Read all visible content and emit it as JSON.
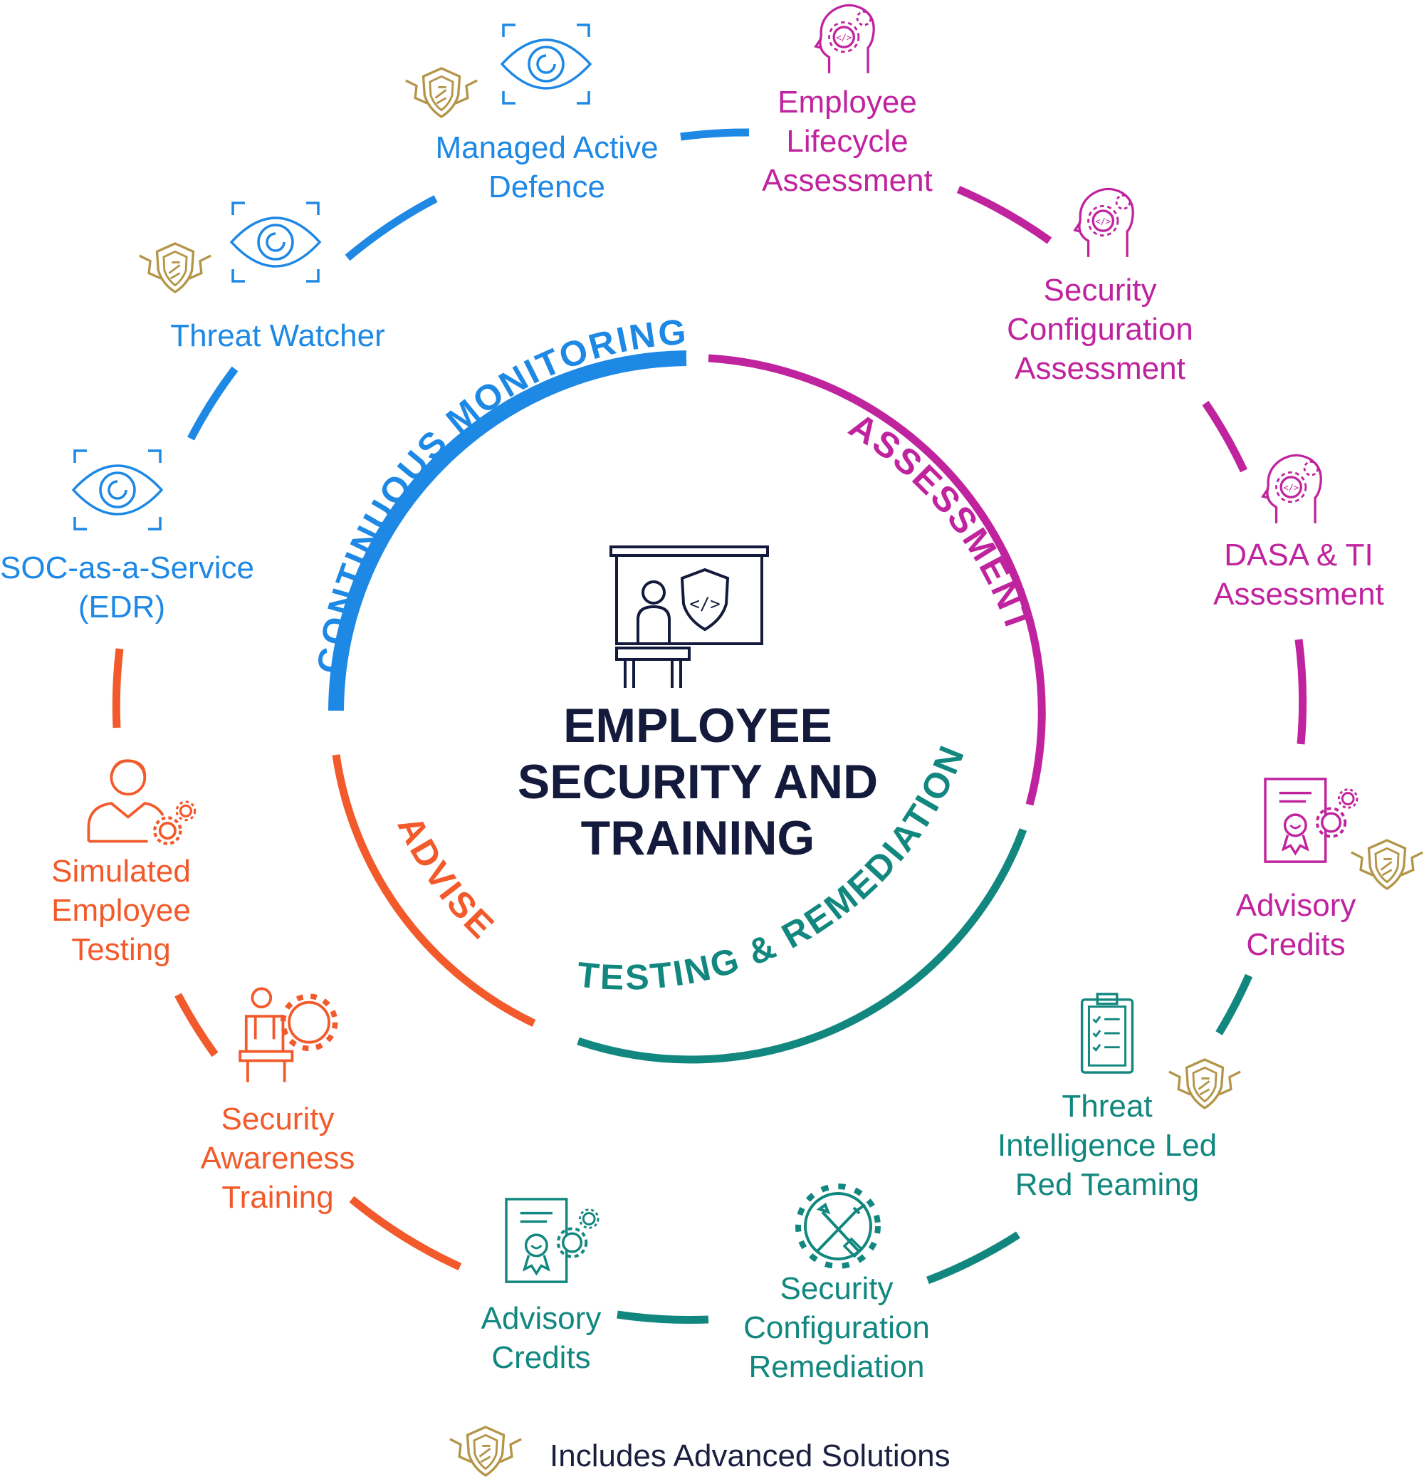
{
  "center": {
    "title_lines": [
      "EMPLOYEE",
      "SECURITY AND",
      "TRAINING"
    ],
    "icon": "presenter-whiteboard-shield-icon"
  },
  "colors": {
    "monitoring": "#1e88e5",
    "assessment": "#c0239e",
    "testing": "#12877f",
    "advise": "#f25a2b",
    "dark": "#141a3c",
    "gold": "#b39548"
  },
  "phases": {
    "monitoring": "CONTINUOUS MONITORING",
    "assessment": "ASSESSMENT",
    "testing": "TESTING & REMEDIATION",
    "advise": "ADVISE"
  },
  "services": {
    "managed_active_defence": {
      "lines": [
        "Managed Active",
        "Defence"
      ],
      "icon": "eye-scan-icon",
      "advanced": true
    },
    "threat_watcher": {
      "lines": [
        "Threat Watcher"
      ],
      "icon": "eye-scan-icon",
      "advanced": true
    },
    "soc_service": {
      "lines": [
        "SOC-as-a-Service",
        "(EDR)"
      ],
      "icon": "eye-scan-icon",
      "advanced": false
    },
    "employee_lifecycle": {
      "lines": [
        "Employee",
        "Lifecycle",
        "Assessment"
      ],
      "icon": "head-gear-icon",
      "advanced": false
    },
    "security_config_assessment": {
      "lines": [
        "Security",
        "Configuration",
        "Assessment"
      ],
      "icon": "head-gear-icon",
      "advanced": false
    },
    "dasa_ti": {
      "lines": [
        "DASA & TI",
        "Assessment"
      ],
      "icon": "head-gear-icon",
      "advanced": false
    },
    "advisory_credits_right": {
      "lines": [
        "Advisory",
        "Credits"
      ],
      "icon": "certificate-gear-icon",
      "advanced": true
    },
    "red_teaming": {
      "lines": [
        "Threat",
        "Intelligence Led",
        "Red Teaming"
      ],
      "icon": "clipboard-checklist-icon",
      "advanced": true
    },
    "security_config_remediation": {
      "lines": [
        "Security",
        "Configuration",
        "Remediation"
      ],
      "icon": "gear-tools-icon",
      "advanced": false
    },
    "advisory_credits_bottom": {
      "lines": [
        "Advisory",
        "Credits"
      ],
      "icon": "certificate-gear-icon",
      "advanced": false
    },
    "awareness_training": {
      "lines": [
        "Security",
        "Awareness",
        "Training"
      ],
      "icon": "trainer-gear-icon",
      "advanced": false
    },
    "simulated_testing": {
      "lines": [
        "Simulated",
        "Employee",
        "Testing"
      ],
      "icon": "employee-gear-icon",
      "advanced": false
    }
  },
  "legend": {
    "text": "Includes Advanced Solutions",
    "icon": "gold-shield-badge-icon"
  }
}
